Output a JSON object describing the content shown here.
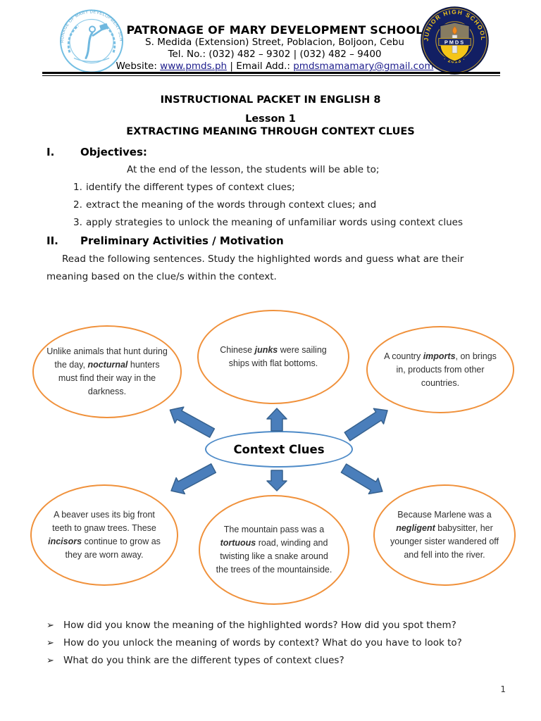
{
  "header": {
    "school_name": "PATRONAGE OF MARY DEVELOPMENT SCHOOL",
    "address": "S. Medida (Extension) Street, Poblacion, Boljoon, Cebu",
    "phone_line": "Tel. No.: (032) 482 – 9302 | (032) 482 – 9400",
    "website_label": "Website: ",
    "website_link": "www.pmds.ph",
    "email_label": " | Email Add.: ",
    "email_link": "pmdsmamamary@gmail.com",
    "left_logo_ring_text": "PATRONAGE OF MARY DEVELOPMENT SCHOOL",
    "right_logo": {
      "ring_text": "JUNIOR HIGH SCHOOL",
      "banner": "PMDS",
      "year": "· 2013 ·"
    }
  },
  "title": {
    "line1": "INSTRUCTIONAL PACKET IN ENGLISH 8",
    "line2": "Lesson 1",
    "line3": "EXTRACTING MEANING THROUGH CONTEXT CLUES"
  },
  "objectives": {
    "numeral": "I.",
    "heading": "Objectives:",
    "intro": "At the end of the lesson, the students will be able to;",
    "items": [
      {
        "num": "1.",
        "text": "identify the different types of context clues;"
      },
      {
        "num": "2.",
        "text": "extract the meaning of the words through context clues; and"
      },
      {
        "num": "3.",
        "text": "apply strategies to unlock the meaning of unfamiliar words using context clues"
      }
    ]
  },
  "activities": {
    "numeral": "II.",
    "heading": "Preliminary Activities / Motivation",
    "paragraph": "Read the following sentences. Study the highlighted words and guess what are their meaning based on the clue/s within the context."
  },
  "diagram": {
    "center_label": "Context Clues",
    "colors": {
      "bubble_border": "#f0913b",
      "center_border": "#4e8bc8",
      "arrow_fill": "#4a7ebb"
    },
    "bubbles": [
      {
        "pre": "Unlike animals that hunt during the day, ",
        "keyword": "nocturnal",
        "post": " hunters must find their way in the darkness."
      },
      {
        "pre": "Chinese ",
        "keyword": "junks",
        "post": " were sailing ships with flat bottoms."
      },
      {
        "pre": "A country ",
        "keyword": "imports",
        "post": ", on brings in, products from other countries."
      },
      {
        "pre": "A beaver uses its big front teeth to gnaw trees. These ",
        "keyword": "incisors",
        "post": " continue to grow as they are worn away."
      },
      {
        "pre": "The mountain pass was a ",
        "keyword": "tortuous",
        "post": " road, winding and twisting like a snake around the trees of the mountainside."
      },
      {
        "pre": "Because Marlene was a ",
        "keyword": "negligent",
        "post": " babysitter, her younger sister wandered off and fell into the river."
      }
    ]
  },
  "questions": {
    "bullet": "➢",
    "items": [
      "How did you know the meaning of the highlighted words? How did you spot them?",
      "How do you unlock the meaning of words by context? What do you have to look to?",
      "What do you think are the different types of context clues?"
    ]
  },
  "page_number": "1"
}
